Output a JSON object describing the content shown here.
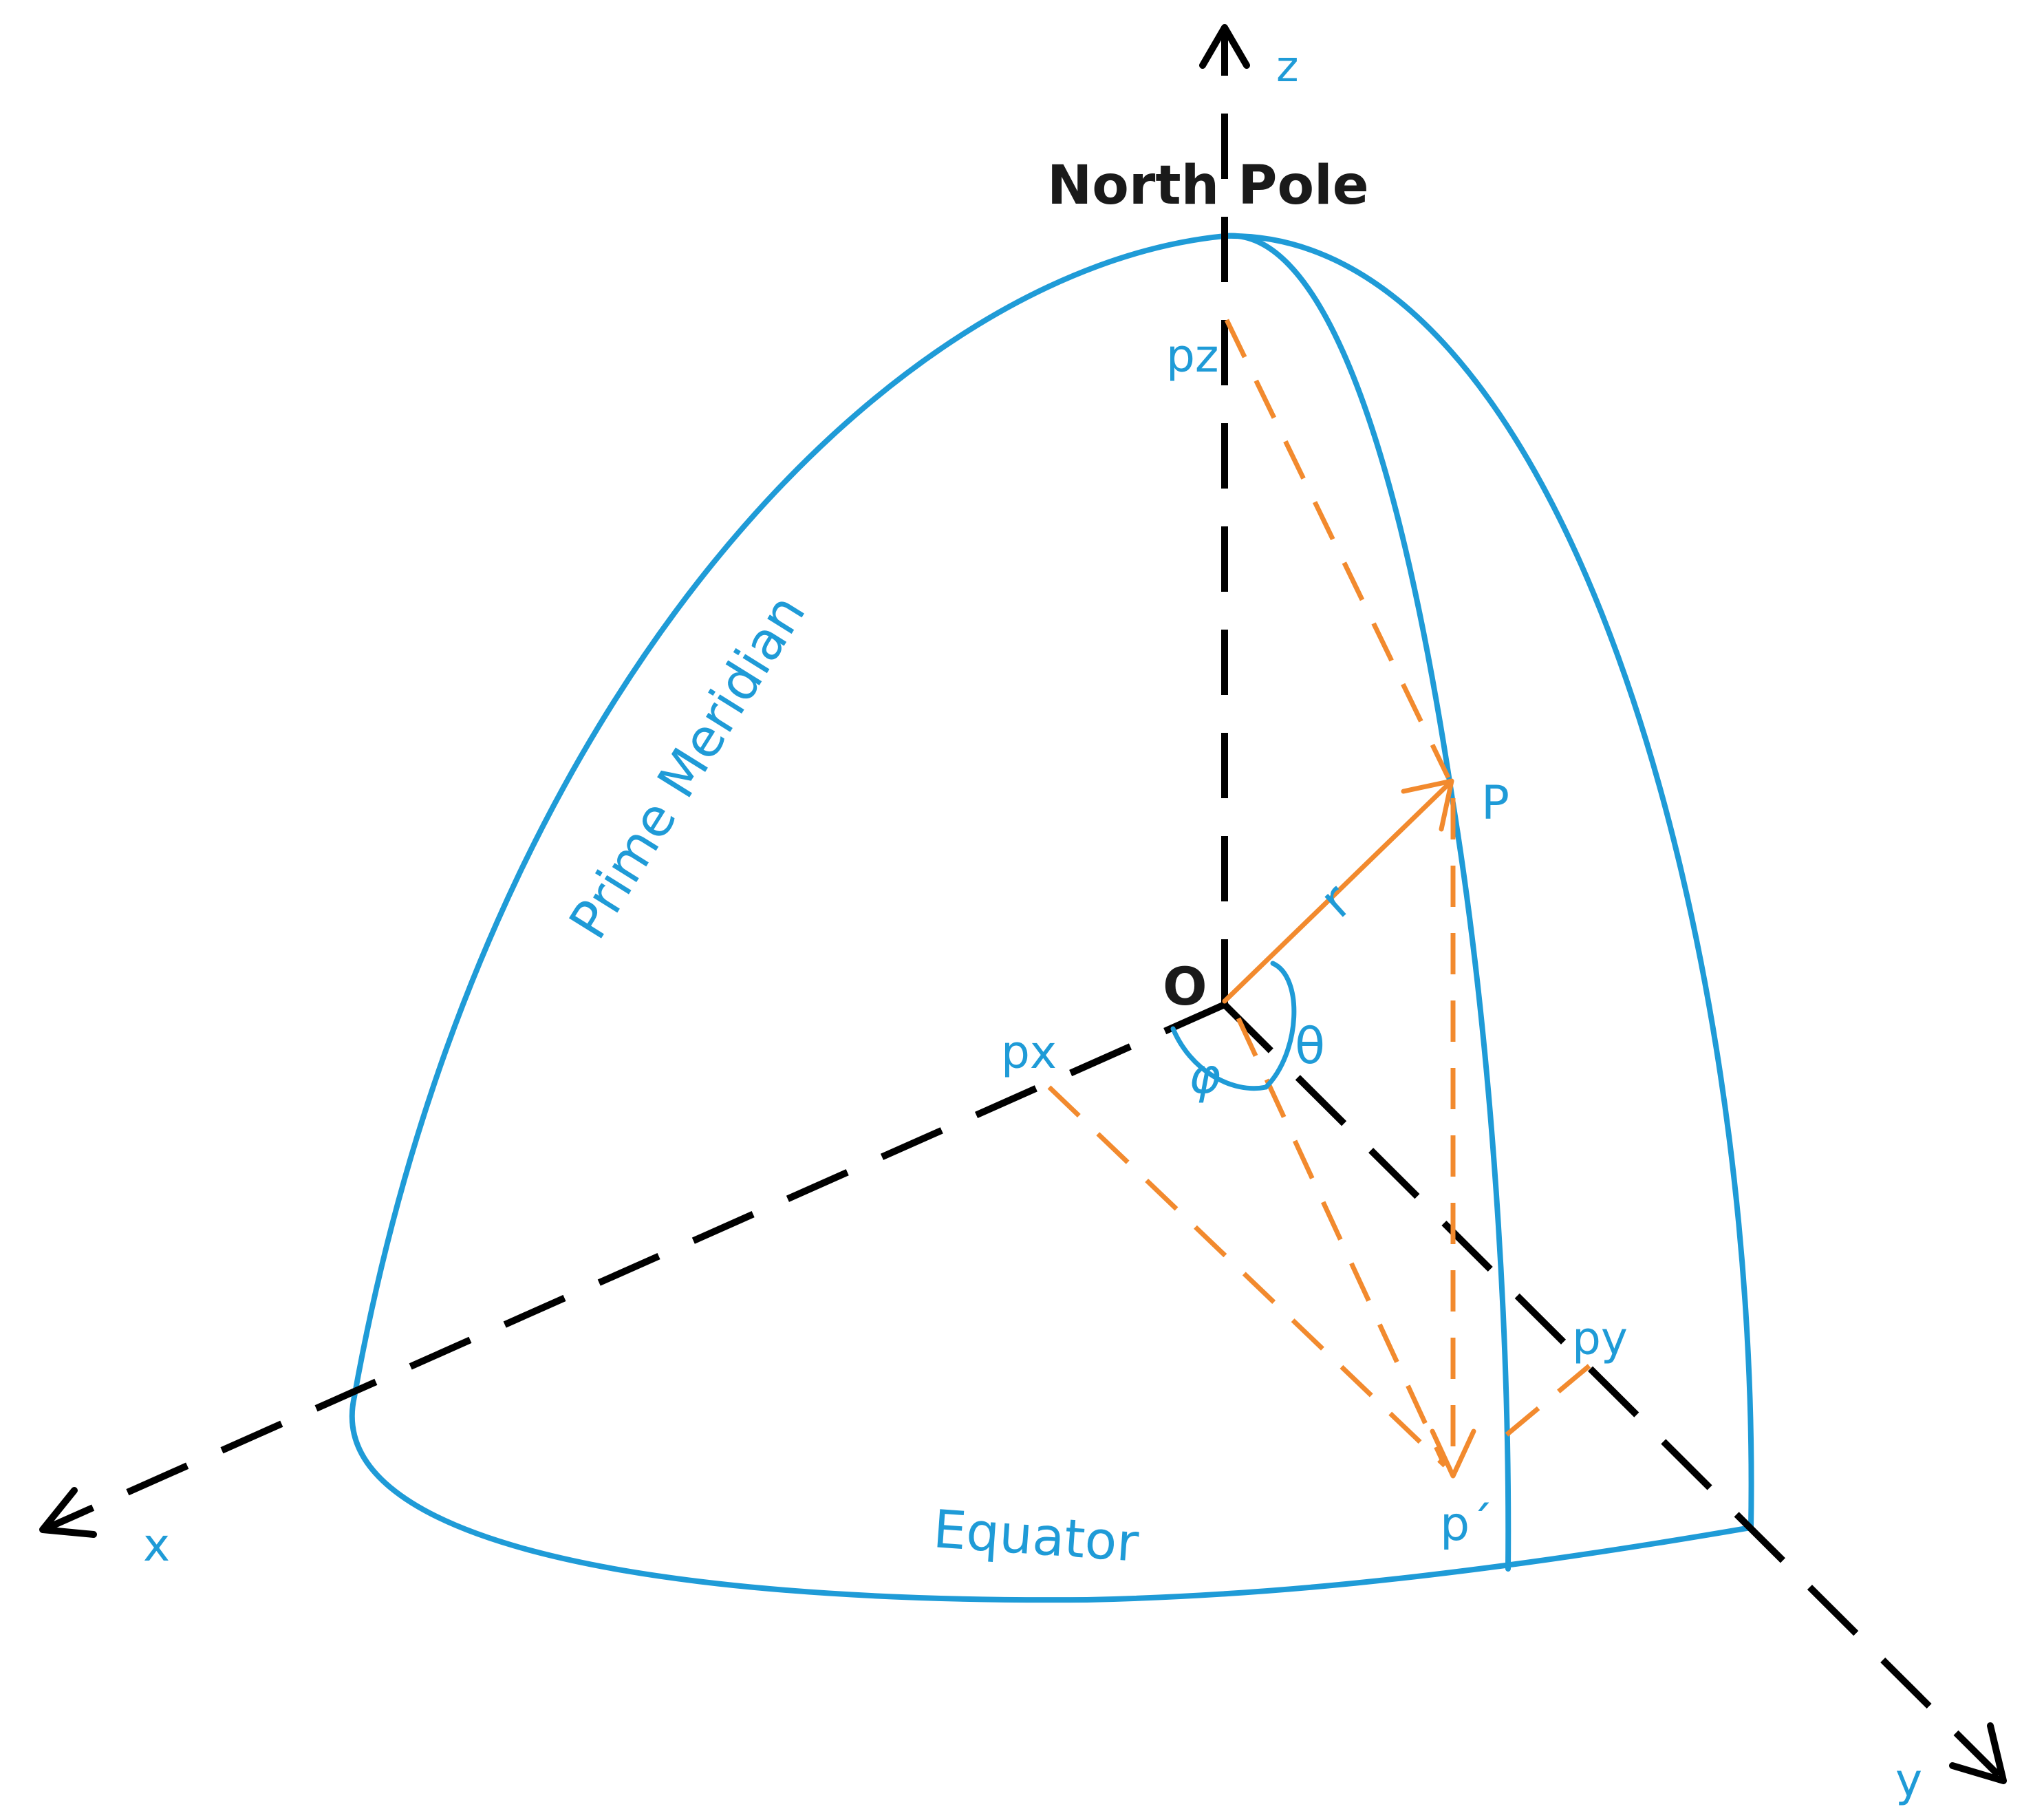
{
  "colors": {
    "axis": "#000000",
    "sphere": "#1f9bd7",
    "vector": "#f28a2e",
    "label_blue": "#1f9bd7",
    "label_black": "#1a1a1a"
  },
  "labels": {
    "x_axis": "x",
    "y_axis": "y",
    "z_axis": "z",
    "north_pole": "North Pole",
    "origin": "O",
    "point": "P",
    "point_projection": "p´",
    "px": "px",
    "py": "py",
    "pz": "pz",
    "radius": "r",
    "theta": "θ",
    "phi": "φ",
    "prime_meridian": "Prime Meridian",
    "equator": "Equator"
  }
}
